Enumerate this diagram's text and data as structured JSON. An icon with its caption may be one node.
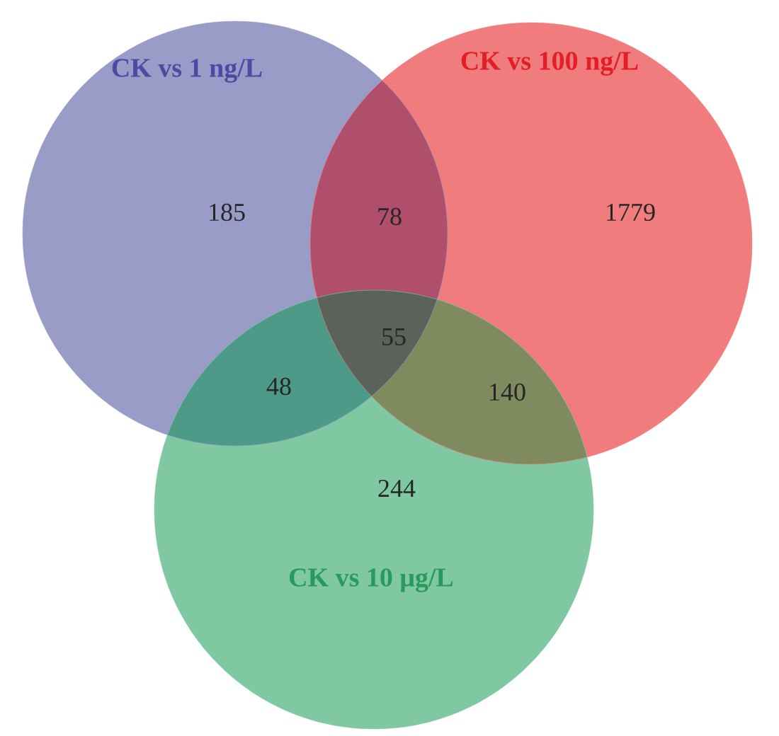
{
  "diagram": {
    "nodes": [
      {
        "text": [
          "CK vs 1 ng/L"
        ]
      },
      {
        "text": [
          "CK vs 100 ng/L"
        ]
      },
      {
        "text": [
          "CK vs 10 μg/L"
        ]
      }
    ],
    "labels": [
      "185",
      "78",
      "1779",
      "55",
      "48",
      "140",
      "244"
    ]
  }
}
